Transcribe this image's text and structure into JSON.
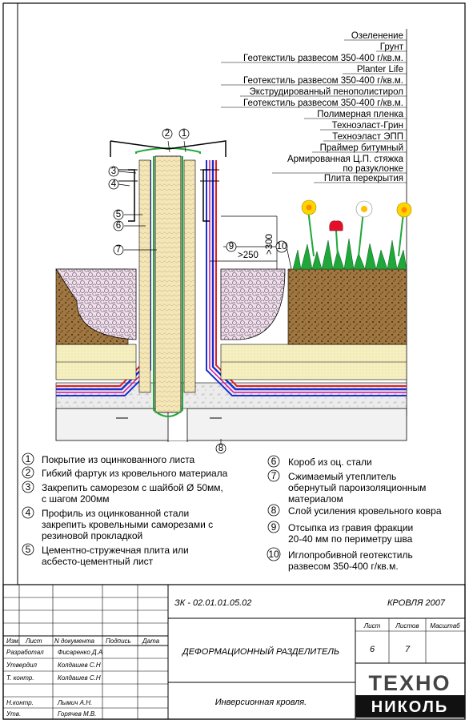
{
  "layers": [
    "Озеленение",
    "Грунт",
    "Геотекстиль развесом 350-400 г/кв.м.",
    "Planter Life",
    "Геотекстиль развесом 350-400 г/кв.м.",
    "Экструдированный пенополистирол",
    "Геотекстиль развесом 350-400 г/кв.м.",
    "Полимерная пленка",
    "Техноэласт-Грин",
    "Техноэласт ЭПП",
    "Праймер битумный",
    "Армированная Ц.П. стяжка",
    "по разуклонке",
    "Плита перекрытия"
  ],
  "callouts": [
    "1",
    "2",
    "3",
    "4",
    "5",
    "6",
    "7",
    "8",
    "9",
    "10"
  ],
  "dimensions": {
    "height": ">300",
    "width": ">250"
  },
  "notes_left": [
    {
      "num": "1",
      "lines": [
        "Покрытие из оцинкованного листа"
      ]
    },
    {
      "num": "2",
      "lines": [
        "Гибкий фартук из кровельного материала"
      ]
    },
    {
      "num": "3",
      "lines": [
        "Закрепить саморезом с шайбой Ø 50мм,",
        "с шагом 200мм"
      ]
    },
    {
      "num": "4",
      "lines": [
        "Профиль из оцинкованной стали",
        "закрепить кровельными саморезами с",
        "резиновой прокладкой"
      ]
    },
    {
      "num": "5",
      "lines": [
        "Цементно-стружечная плита или",
        "асбесто-цементный лист"
      ]
    }
  ],
  "notes_right": [
    {
      "num": "6",
      "lines": [
        "Короб из оц. стали"
      ]
    },
    {
      "num": "7",
      "lines": [
        "Сжимаемый утеплитель",
        "обернутый пароизоляционным",
        "материалом"
      ]
    },
    {
      "num": "8",
      "lines": [
        "Слой усиления кровельного ковра"
      ]
    },
    {
      "num": "9",
      "lines": [
        "Отсыпка из гравия фракции",
        "20-40 мм по периметру шва"
      ]
    },
    {
      "num": "10",
      "lines": [
        "Иглопробивной геотекстиль",
        "развесом 350-400 г/кв.м."
      ]
    }
  ],
  "title_block": {
    "code": "ЗК - 02.01.01.05.02",
    "series": "КРОВЛЯ 2007",
    "sheet_title": "ДЕФОРМАЦИОННЫЙ РАЗДЕЛИТЕЛЬ",
    "subtitle": "Инверсионная кровля.",
    "col_headers": [
      "Изм.",
      "Лист",
      "N документа",
      "Подпись",
      "Дата"
    ],
    "roles": [
      {
        "role": "Разработал",
        "name": "Фисаренко Д.А"
      },
      {
        "role": "Утвердил",
        "name": "Колдашев С.Н"
      },
      {
        "role": "Т. контр.",
        "name": "Колдашев С.Н"
      },
      {
        "role": "",
        "name": ""
      },
      {
        "role": "Н.контр.",
        "name": "Лымич А.Н."
      },
      {
        "role": "Утв.",
        "name": "Горячев М.В."
      }
    ],
    "info_headers": [
      "Лист",
      "Листов",
      "Масштаб"
    ],
    "info_values": [
      "6",
      "7",
      ""
    ],
    "logo_top": "ТЕХНО",
    "logo_bottom": "НИКОЛЬ"
  }
}
